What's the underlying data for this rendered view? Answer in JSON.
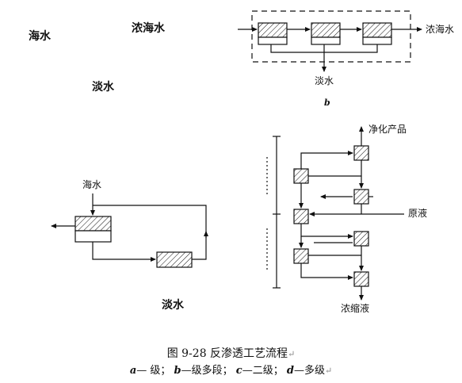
{
  "labels": {
    "a_seawater": "海水",
    "a_brine": "浓海水",
    "a_freshwater": "淡水",
    "b_brine": "浓海水",
    "b_freshwater": "淡水",
    "b_letter": "b",
    "c_seawater": "海水",
    "c_freshwater": "淡水",
    "d_product": "净化产品",
    "d_feed": "原液",
    "d_concentrate": "浓缩液"
  },
  "caption": {
    "title": "图 9-28 反渗透工艺流程",
    "a_key": "a",
    "a_text": "— 级；",
    "b_key": "b",
    "b_text": "—级多段；",
    "c_key": "c",
    "c_text": "—二级；",
    "d_key": "d",
    "d_text": "—多级",
    "mark": "↵"
  }
}
